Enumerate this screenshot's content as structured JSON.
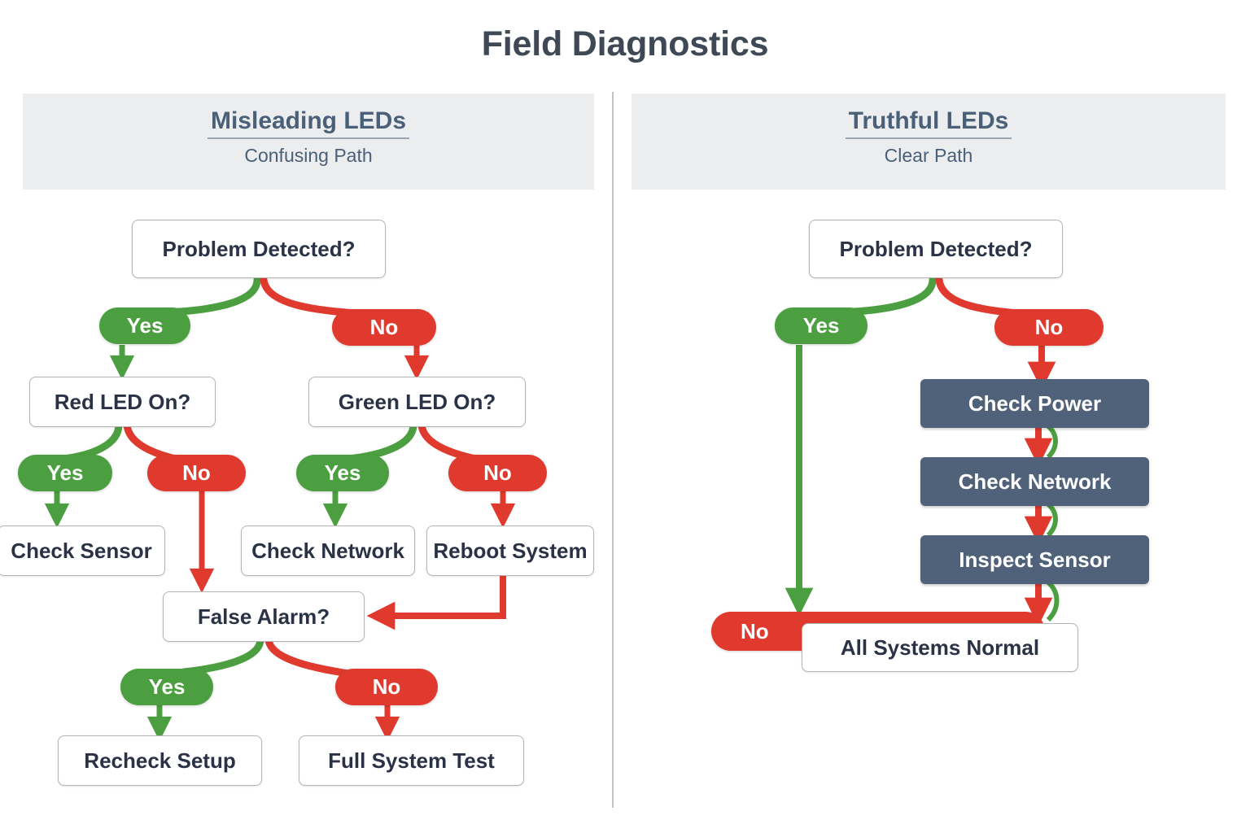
{
  "title": "Field Diagnostics",
  "colors": {
    "green": "#4c9f40",
    "red": "#e03a2e",
    "slate": "#4f6279",
    "title_text": "#3f4955",
    "node_text": "#2b3245",
    "header_band": "#ecedee",
    "panel_title_text": "#4a6079",
    "node_border": "#b4b4b4",
    "divider": "#c4c4c4"
  },
  "panels": [
    {
      "id": "left",
      "title": "Misleading LEDs",
      "subtitle": "Confusing Path",
      "nodes": [
        {
          "id": "l-problem",
          "label": "Problem Detected?",
          "style": "white"
        },
        {
          "id": "l-redled",
          "label": "Red LED On?",
          "style": "white"
        },
        {
          "id": "l-greenled",
          "label": "Green LED On?",
          "style": "white"
        },
        {
          "id": "l-checksensor",
          "label": "Check Sensor",
          "style": "white"
        },
        {
          "id": "l-checknetwork",
          "label": "Check Network",
          "style": "white"
        },
        {
          "id": "l-reboot",
          "label": "Reboot System",
          "style": "white"
        },
        {
          "id": "l-falsealarm",
          "label": "False Alarm?",
          "style": "white"
        },
        {
          "id": "l-recheck",
          "label": "Recheck Setup",
          "style": "white"
        },
        {
          "id": "l-fulltest",
          "label": "Full System Test",
          "style": "white"
        }
      ],
      "edge_labels": [
        {
          "id": "l-e1",
          "label": "Yes",
          "kind": "green"
        },
        {
          "id": "l-e2",
          "label": "No",
          "kind": "red"
        },
        {
          "id": "l-e3",
          "label": "Yes",
          "kind": "green"
        },
        {
          "id": "l-e4",
          "label": "No",
          "kind": "red"
        },
        {
          "id": "l-e5",
          "label": "Yes",
          "kind": "green"
        },
        {
          "id": "l-e6",
          "label": "No",
          "kind": "red"
        },
        {
          "id": "l-e7",
          "label": "Yes",
          "kind": "green"
        },
        {
          "id": "l-e8",
          "label": "No",
          "kind": "red"
        }
      ]
    },
    {
      "id": "right",
      "title": "Truthful LEDs",
      "subtitle": "Clear Path",
      "nodes": [
        {
          "id": "r-problem",
          "label": "Problem Detected?",
          "style": "white"
        },
        {
          "id": "r-power",
          "label": "Check Power",
          "style": "slate"
        },
        {
          "id": "r-network",
          "label": "Check Network",
          "style": "slate"
        },
        {
          "id": "r-sensor",
          "label": "Inspect Sensor",
          "style": "slate"
        },
        {
          "id": "r-normal",
          "label": "All Systems Normal",
          "style": "white"
        }
      ],
      "edge_labels": [
        {
          "id": "r-e1",
          "label": "Yes",
          "kind": "green"
        },
        {
          "id": "r-e2",
          "label": "No",
          "kind": "red"
        },
        {
          "id": "r-e3",
          "label": "No",
          "kind": "red"
        }
      ]
    }
  ]
}
